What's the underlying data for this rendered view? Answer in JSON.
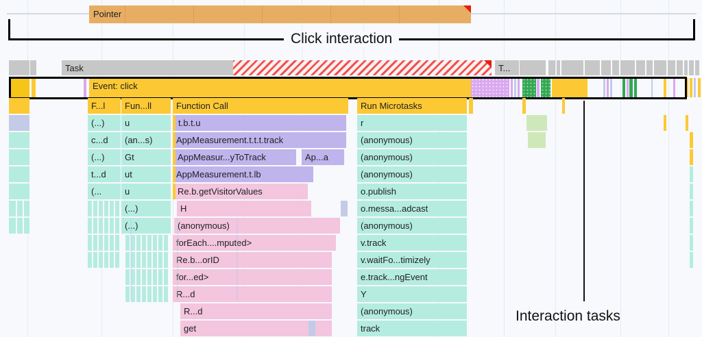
{
  "annotations": {
    "click_interaction": "Click interaction",
    "interaction_tasks": "Interaction tasks"
  },
  "pointer_track": {
    "label": "Pointer"
  },
  "task_track": {
    "main_task_label": "Task",
    "secondary_task_label": "T..."
  },
  "event_track": {
    "label": "Event: click"
  },
  "flame_chart": {
    "header_row": [
      {
        "label": "F...l",
        "color": "#fcc934"
      },
      {
        "label": "Fun...ll",
        "color": "#fcc934"
      },
      {
        "label": "Function Call",
        "color": "#fcc934"
      },
      {
        "label": "Run Microtasks",
        "color": "#fcc934"
      }
    ],
    "rows": [
      {
        "col1": "(...)",
        "col2": "u",
        "col3": "t.b.t.u",
        "col3b": "",
        "col4": "r"
      },
      {
        "col1": "c...d",
        "col2": "(an...s)",
        "col3": "AppMeasurement.t.t.t.track",
        "col3b": "",
        "col4": "(anonymous)"
      },
      {
        "col1": "(...)",
        "col2": "Gt",
        "col3": "AppMeasur...yToTrack",
        "col3b": "Ap...a",
        "col4": "(anonymous)"
      },
      {
        "col1": "t...d",
        "col2": "ut",
        "col3": "AppMeasurement.t.lb",
        "col3b": "",
        "col4": "(anonymous)"
      },
      {
        "col1": "(...",
        "col2": "u",
        "col3": "Re.b.getVisitorValues",
        "col3b": "",
        "col4": "o.publish"
      },
      {
        "col1": "",
        "col2": "(...)",
        "col3": "H",
        "col3b": "",
        "col4": "o.messa...adcast"
      },
      {
        "col1": "",
        "col2": "(...)",
        "col3": "(anonymous)",
        "col3b": "",
        "col4": "(anonymous)"
      },
      {
        "col1": "",
        "col2": "",
        "col3": "forEach....mputed>",
        "col3b": "",
        "col4": "v.track"
      },
      {
        "col1": "",
        "col2": "",
        "col3": "Re.b...orID",
        "col3b": "",
        "col4": "v.waitFo...timizely"
      },
      {
        "col1": "",
        "col2": "",
        "col3": "for...ed>",
        "col3b": "",
        "col4": "e.track...ngEvent"
      },
      {
        "col1": "",
        "col2": "",
        "col3": "R...d",
        "col3b": "",
        "col4": "Y"
      },
      {
        "col1": "",
        "col2": "",
        "col3": "R...d",
        "col3b": "",
        "col4": "(anonymous)"
      },
      {
        "col1": "",
        "col2": "",
        "col3": "get",
        "col3b": "",
        "col4": "track"
      }
    ]
  },
  "colors": {
    "background": "#f7f9fc",
    "pointer": "#e7ae63",
    "pointer_marker": "#ea1c0d",
    "task": "#c7c7c7",
    "task_long_hatch": "#ef5350",
    "event": "#fcc934",
    "scripting_purple": "#bfb4ec",
    "scripting_pink": "#f3c5de",
    "gc_green": "#34a853",
    "system_violet": "#d9a8f0",
    "mint": "#b5ece0",
    "annotation": "#111111",
    "gridline": "#e3ecf7"
  }
}
